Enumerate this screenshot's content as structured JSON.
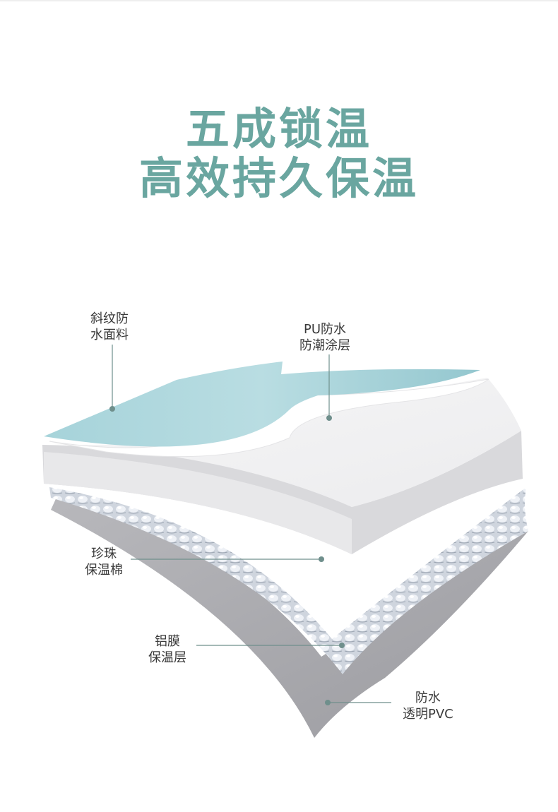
{
  "headline": {
    "line1": "五成锁温",
    "line2": "高效持久保温",
    "color": "#6aa6a0"
  },
  "layers": [
    {
      "id": "twill-fabric",
      "lines": [
        "斜纹防",
        "水面料"
      ]
    },
    {
      "id": "pu-coating",
      "lines": [
        "PU防水",
        "防潮涂层"
      ]
    },
    {
      "id": "pearl-cotton",
      "lines": [
        "珍珠",
        "保温棉"
      ]
    },
    {
      "id": "aluminum-film",
      "lines": [
        "铝膜",
        "保温层"
      ]
    },
    {
      "id": "pvc-film",
      "lines": [
        "防水",
        "透明PVC"
      ]
    }
  ],
  "colors": {
    "fabric": "#9fcfd6",
    "coating": "#ffffff",
    "foam": "#f2f2f3",
    "foil": "#d6dbe2",
    "pvc": "#a9a9ad",
    "leader": "#6f8f8c"
  }
}
